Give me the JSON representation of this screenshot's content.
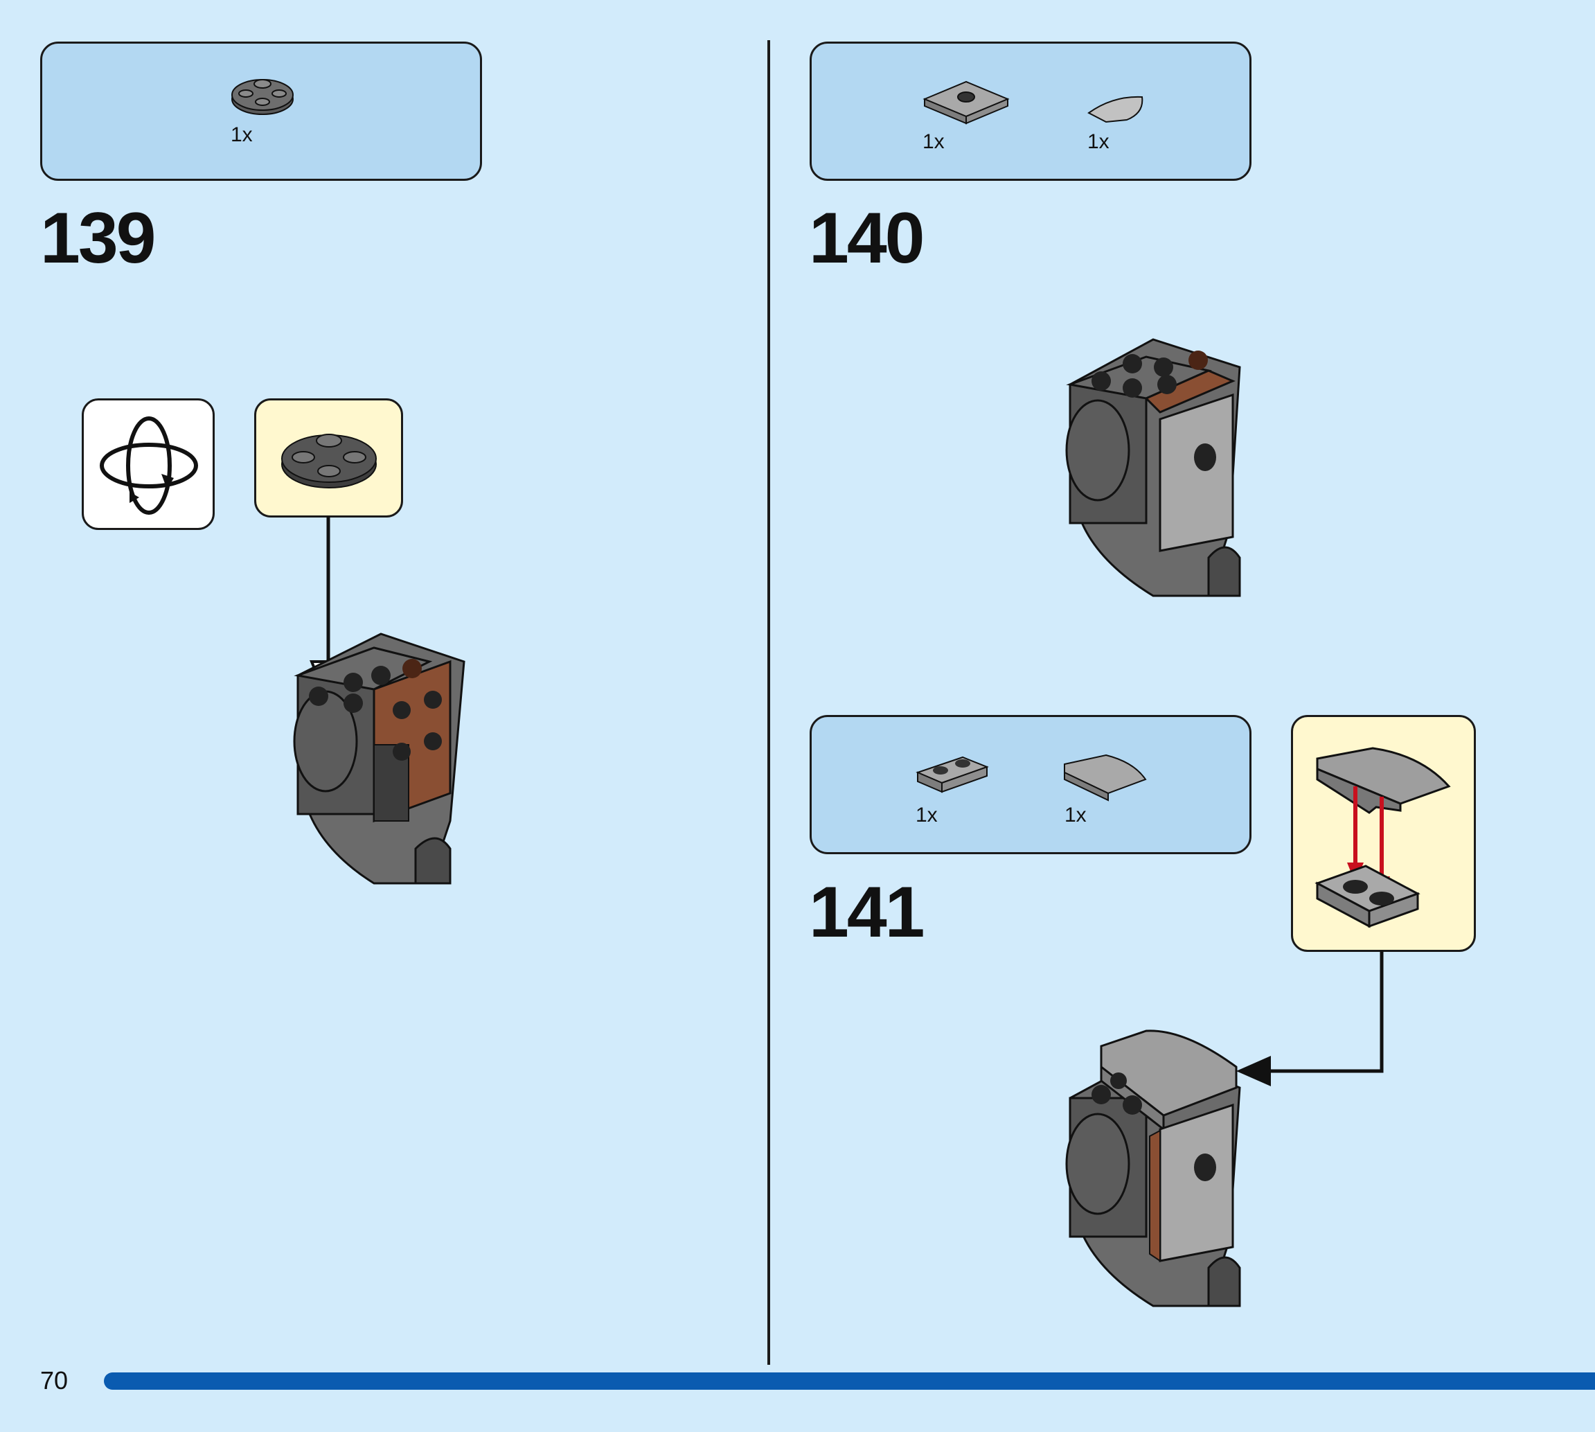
{
  "page": {
    "number": "70"
  },
  "colors": {
    "background": "#d2ebfb",
    "parts_box": "#b3d8f2",
    "callout_yellow": "#fff8cf",
    "progress": "#0a5bb0",
    "arrow_red": "#c8101e"
  },
  "steps": [
    {
      "number": "139",
      "parts": [
        {
          "qty": "1x",
          "icon": "round-plate-2x2-icon"
        }
      ],
      "callouts": [
        "rotate-model-icon",
        "round-plate-2x2-icon"
      ]
    },
    {
      "number": "140",
      "parts": [
        {
          "qty": "1x",
          "icon": "plate-2x2-jumper-icon"
        },
        {
          "qty": "1x",
          "icon": "quarter-round-tile-icon"
        }
      ]
    },
    {
      "number": "141",
      "parts": [
        {
          "qty": "1x",
          "icon": "plate-1x2-icon"
        },
        {
          "qty": "1x",
          "icon": "curved-slope-2x2-icon"
        }
      ],
      "callouts": [
        "sub-assembly-icon"
      ]
    }
  ]
}
